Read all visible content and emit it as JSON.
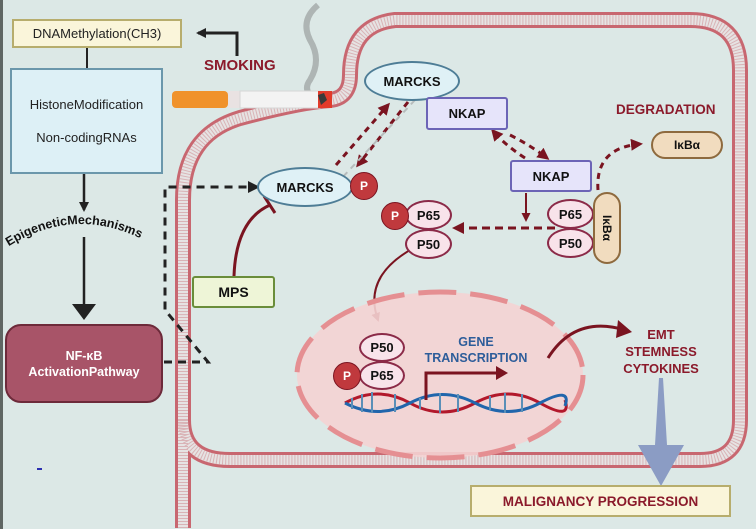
{
  "diagram": {
    "epigenetics": {
      "dna_methylation": "DNAMethylation(CH3)",
      "histone_modification": "HistoneModification",
      "noncoding_rnas": "Non-codingRNAs",
      "mechanisms_label": "EpigeneticMechanisms"
    },
    "smoking_label": "SMOKING",
    "nfkb_pathway": {
      "line1": "NF-κB",
      "line2": "ActivationPathway"
    },
    "proteins": {
      "marcks_membrane": "MARCKS",
      "marcks_cytoplasm": "MARCKS",
      "nkap_top": "NKAP",
      "nkap_bottom": "NKAP",
      "ikba_complex": "IκBα",
      "ikba_degraded": "IκBα",
      "p65_complex": "P65",
      "p50_complex": "P50",
      "p65_free": "P65",
      "p50_free": "P50",
      "p50_nucleus": "P50",
      "p65_nucleus": "P65",
      "phospho": "P",
      "mps": "MPS"
    },
    "degradation_label": "DEGRADATION",
    "gene_transcription": {
      "line1": "GENE",
      "line2": "TRANSCRIPTION"
    },
    "outcomes": [
      "EMT",
      "STEMNESS",
      "CYTOKINES"
    ],
    "malignancy": "MALIGNANCY PROGRESSION"
  },
  "colors": {
    "background": "#dce8e6",
    "dark_red": "#8b1a2b",
    "nfkb_fill": "#a85468",
    "marcks_fill": "#dff1f6",
    "nkap_fill": "#e6e4fa",
    "ikba_fill": "#f1dcbf",
    "p_protein_fill": "#f8e3ea",
    "phospho_fill": "#c0393d",
    "mps_fill": "#eef5d7",
    "methyl_fill": "#faf5da",
    "blue_text": "#2d5d9a",
    "nucleus_fill": "#f6d6d6"
  }
}
